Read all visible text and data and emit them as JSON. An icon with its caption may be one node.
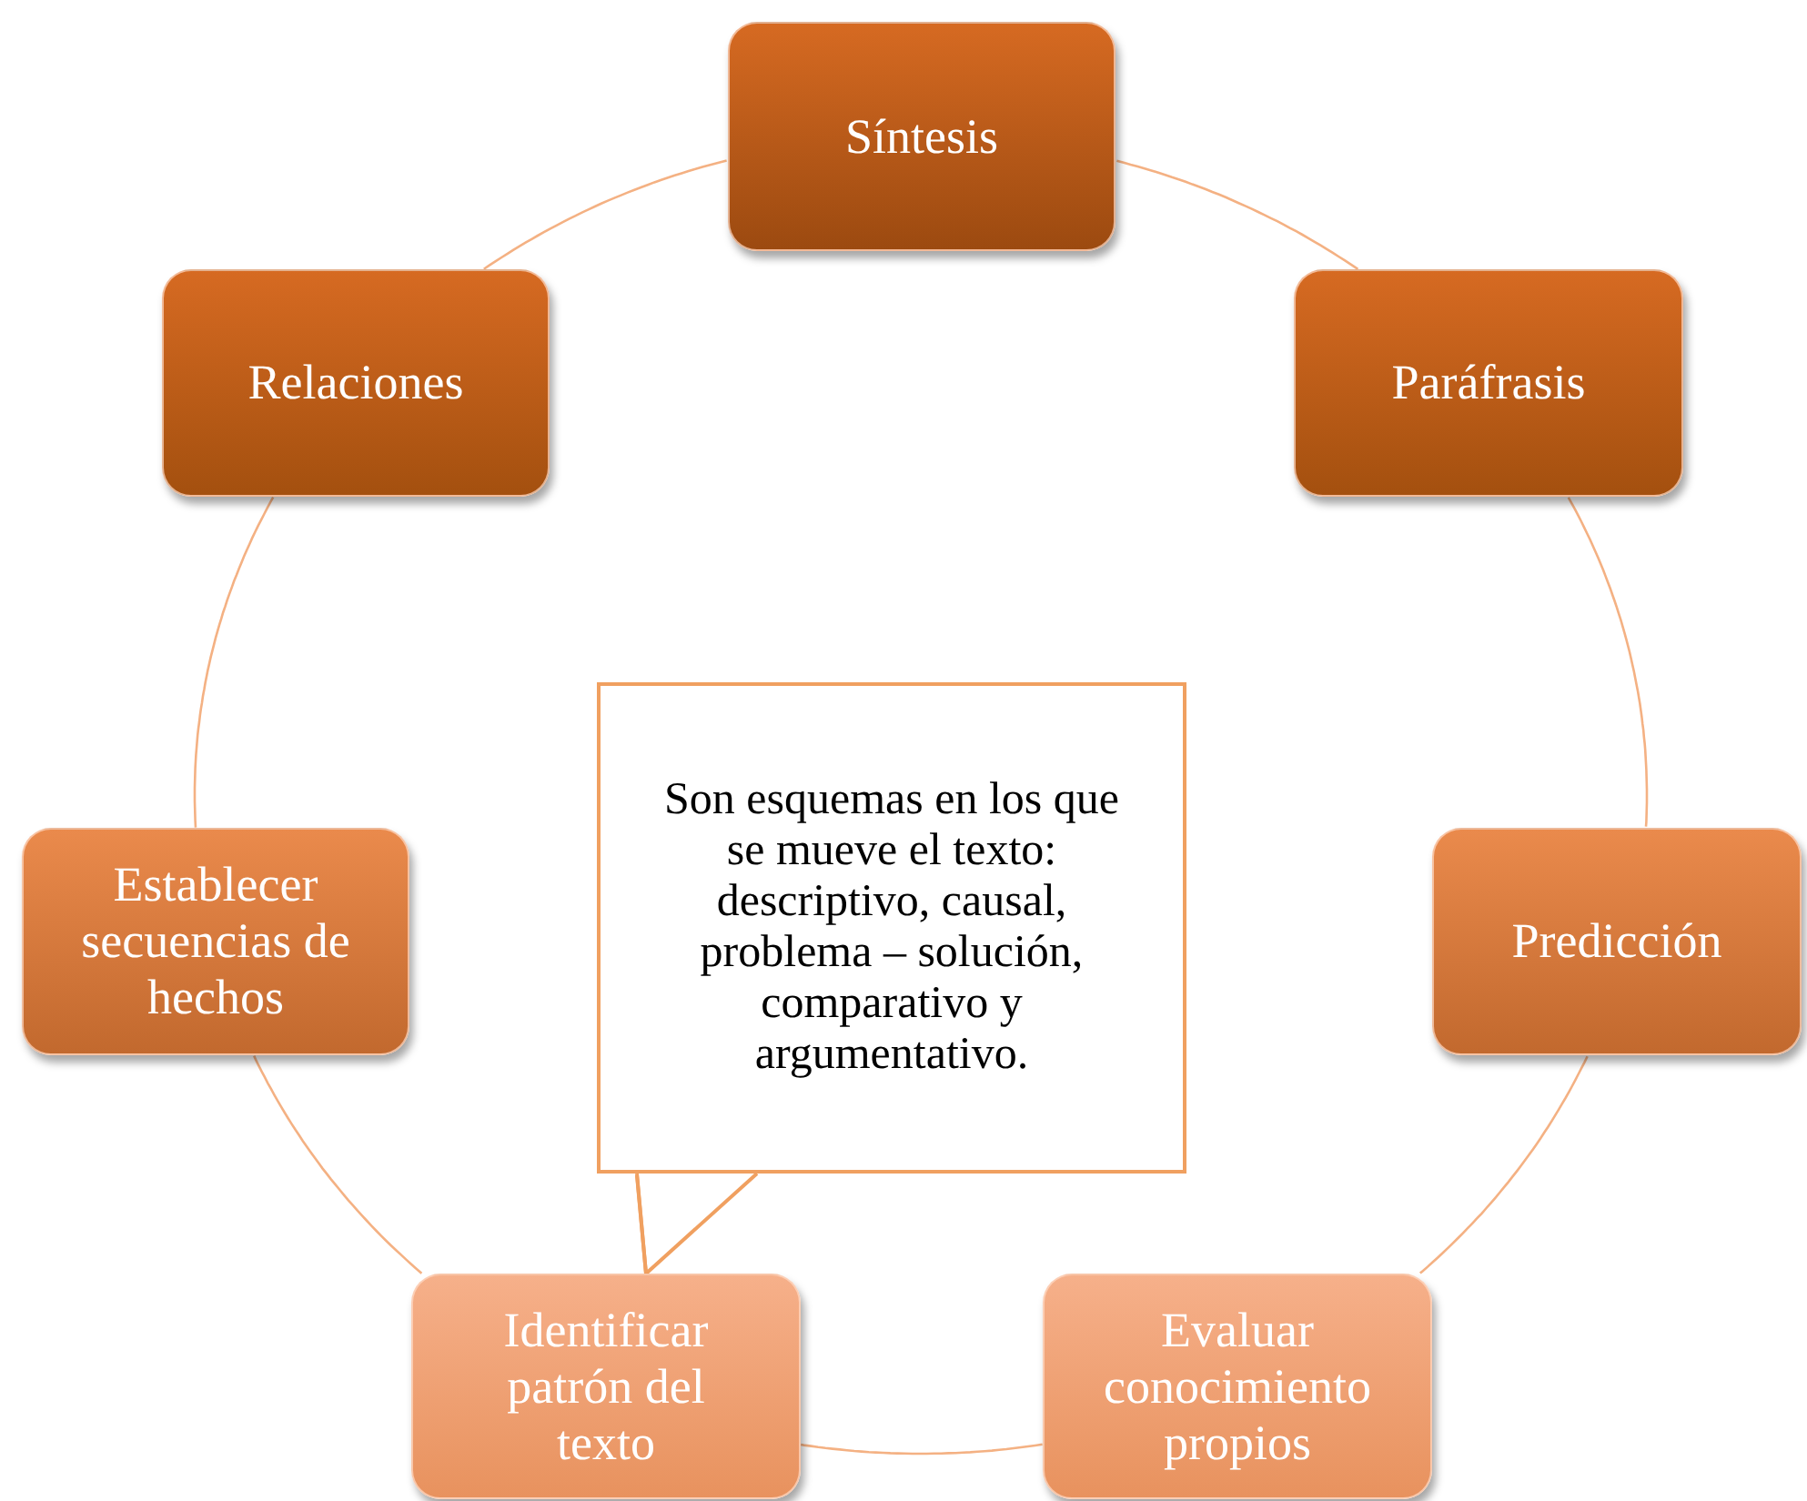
{
  "diagram": {
    "nodes": [
      {
        "text": [
          "Síntesis"
        ]
      },
      {
        "text": [
          "Paráfrasis"
        ]
      },
      {
        "text": [
          "Predicción"
        ]
      },
      {
        "text": [
          "Evaluar conocimiento propios"
        ]
      },
      {
        "text": [
          "Identificar patrón del texto"
        ]
      },
      {
        "text": [
          "Establecer secuencias de hechos"
        ]
      },
      {
        "text": [
          "Relaciones"
        ]
      },
      {
        "text": [
          "Son esquemas en los que se mueve el texto: descriptivo, causal, problema – solución, comparativo y argumentativo."
        ]
      }
    ],
    "edges": [
      {
        "from": 0,
        "to": 1,
        "arrow": "none"
      },
      {
        "from": 1,
        "to": 2,
        "arrow": "none"
      },
      {
        "from": 2,
        "to": 3,
        "arrow": "none"
      },
      {
        "from": 3,
        "to": 4,
        "arrow": "none"
      },
      {
        "from": 4,
        "to": 5,
        "arrow": "none"
      },
      {
        "from": 5,
        "to": 6,
        "arrow": "none"
      },
      {
        "from": 6,
        "to": 0,
        "arrow": "none"
      },
      {
        "from": 7,
        "to": 4,
        "arrow": "none"
      }
    ]
  }
}
